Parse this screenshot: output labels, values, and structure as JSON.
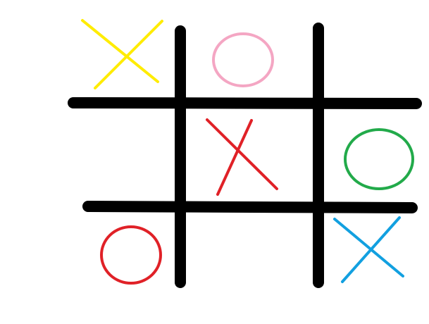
{
  "board": {
    "grid_color": "#000000",
    "cells": [
      {
        "row": 0,
        "col": 0,
        "mark": "X",
        "color": "#ffec00"
      },
      {
        "row": 0,
        "col": 1,
        "mark": "O",
        "color": "#f4a6c3"
      },
      {
        "row": 0,
        "col": 2,
        "mark": "",
        "color": ""
      },
      {
        "row": 1,
        "col": 0,
        "mark": "",
        "color": ""
      },
      {
        "row": 1,
        "col": 1,
        "mark": "X",
        "color": "#e02127"
      },
      {
        "row": 1,
        "col": 2,
        "mark": "O",
        "color": "#22aa4a"
      },
      {
        "row": 2,
        "col": 0,
        "mark": "O",
        "color": "#e02127"
      },
      {
        "row": 2,
        "col": 1,
        "mark": "",
        "color": ""
      },
      {
        "row": 2,
        "col": 2,
        "mark": "X",
        "color": "#12a0e0"
      }
    ],
    "stray_dot_color": "#e02127"
  }
}
